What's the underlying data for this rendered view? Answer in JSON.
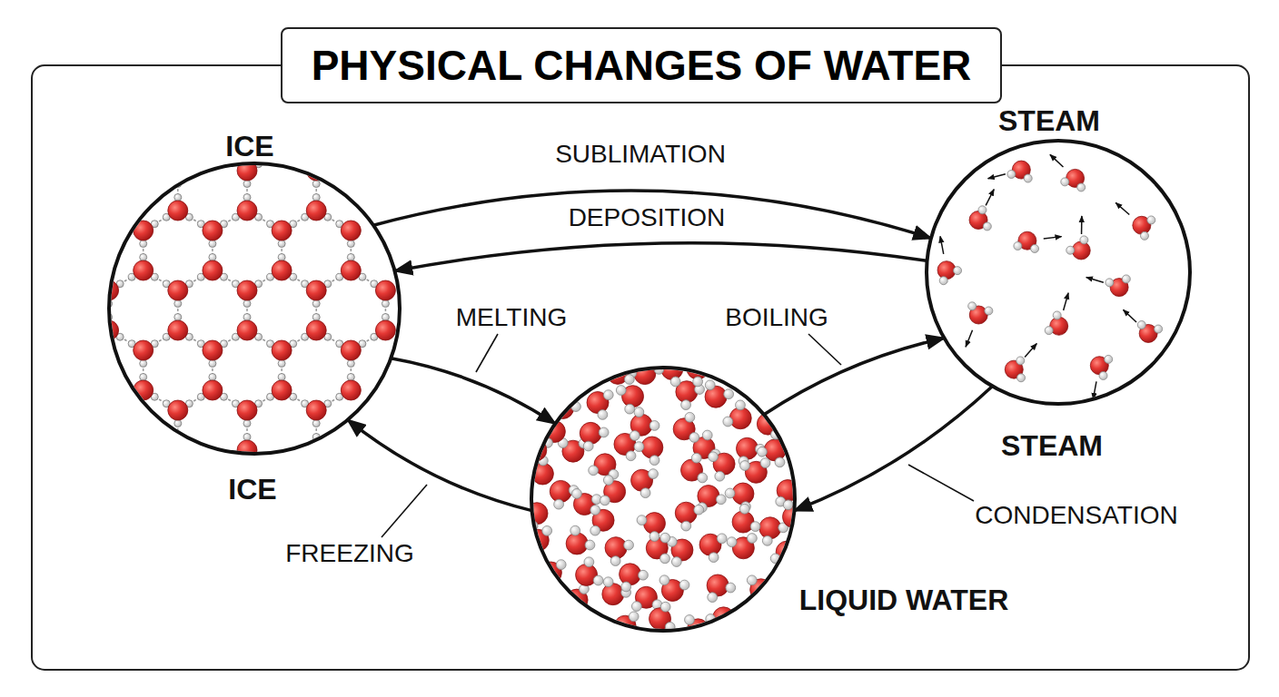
{
  "diagram": {
    "title": "PHYSICAL CHANGES OF WATER",
    "nodes": [
      {
        "text": [
          "ICE",
          "ICE"
        ]
      },
      {
        "text": [
          "LIQUID WATER"
        ]
      },
      {
        "text": [
          "STEAM",
          "STEAM"
        ]
      }
    ],
    "edges": [
      {
        "from": 0,
        "to": 2,
        "arrow": "to",
        "label": "SUBLIMATION"
      },
      {
        "from": 2,
        "to": 0,
        "arrow": "to",
        "label": "DEPOSITION"
      },
      {
        "from": 0,
        "to": 1,
        "arrow": "to",
        "label": "MELTING"
      },
      {
        "from": 1,
        "to": 0,
        "arrow": "to",
        "label": "FREEZING"
      },
      {
        "from": 1,
        "to": 2,
        "arrow": "to",
        "label": "BOILING"
      },
      {
        "from": 2,
        "to": 1,
        "arrow": "to",
        "label": "CONDENSATION"
      }
    ]
  }
}
